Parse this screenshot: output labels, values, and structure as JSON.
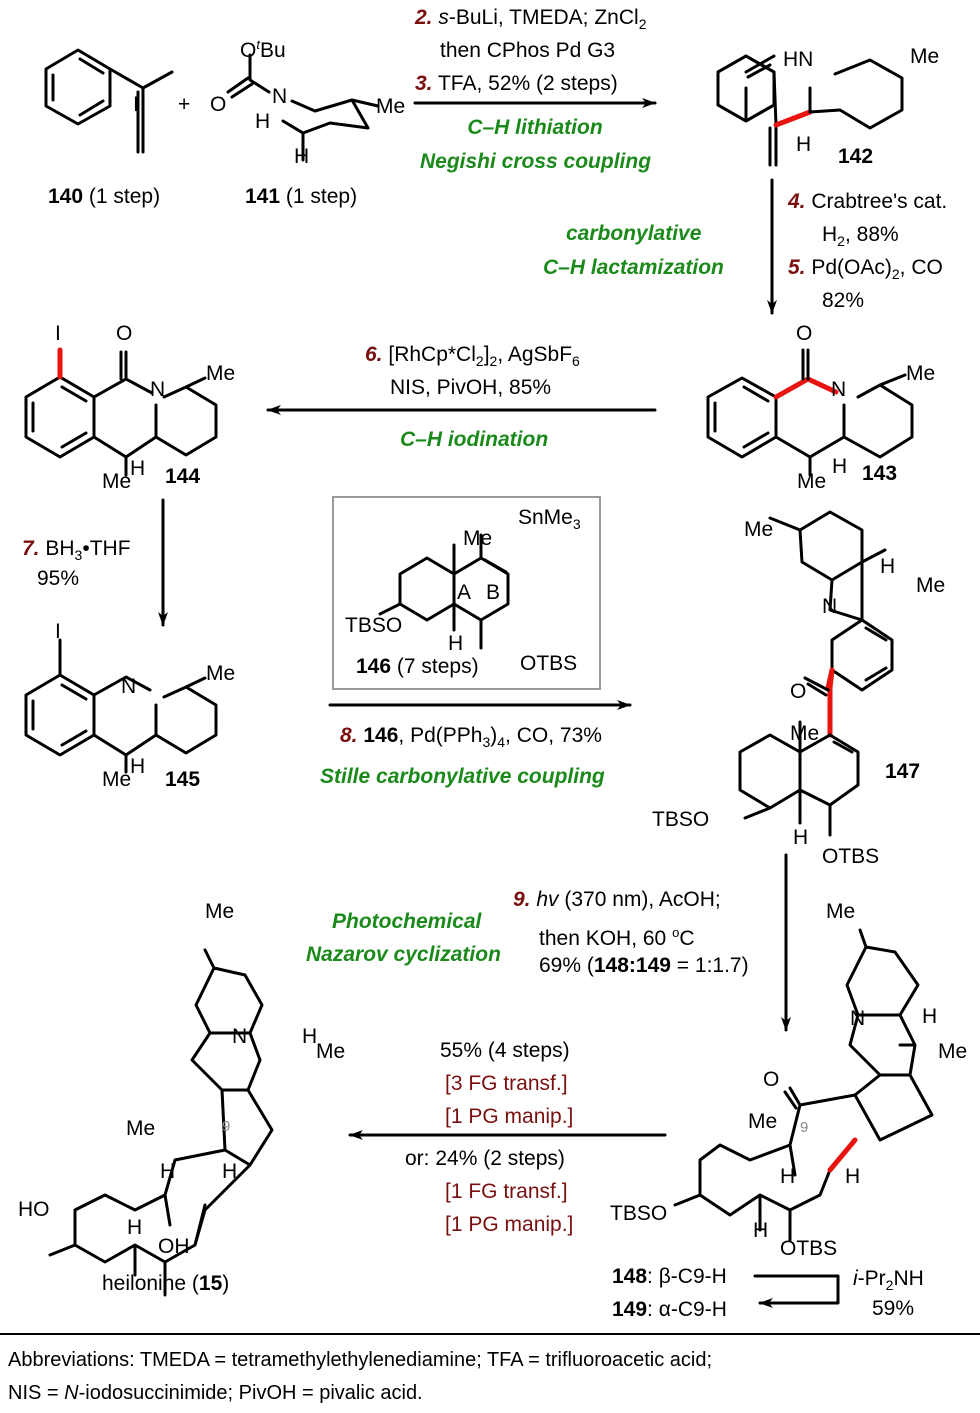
{
  "colors": {
    "step_number": "#7a0f0f",
    "highlight_bond": "#e8140f",
    "reaction_type": "#1b8a1b",
    "manipulation_text": "#7a0f0f",
    "box_border": "#999999"
  },
  "compounds": {
    "c140": {
      "id": "140",
      "note": "(1 step)"
    },
    "c141": {
      "id": "141",
      "note": "(1 step)",
      "atoms": {
        "otbu": "O",
        "tbu_sup": "t",
        "bu": "Bu",
        "o": "O",
        "n": "N",
        "h1": "H",
        "h2": "H",
        "me": "Me"
      }
    },
    "c142": {
      "id": "142",
      "atoms": {
        "hn": "HN",
        "me": "Me",
        "h": "H"
      }
    },
    "c143": {
      "id": "143",
      "atoms": {
        "o": "O",
        "n": "N",
        "me1": "Me",
        "me2": "Me",
        "h": "H"
      }
    },
    "c144": {
      "id": "144",
      "atoms": {
        "i": "I",
        "o": "O",
        "n": "N",
        "me1": "Me",
        "me2": "Me",
        "h": "H"
      }
    },
    "c145": {
      "id": "145",
      "atoms": {
        "i": "I",
        "n": "N",
        "me1": "Me",
        "me2": "Me",
        "h": "H"
      }
    },
    "c146": {
      "id": "146",
      "note": "(7 steps)",
      "atoms": {
        "sn": "SnMe",
        "sn_sub": "3",
        "me": "Me",
        "ringA": "A",
        "ringB": "B",
        "tbso": "TBSO",
        "h": "H",
        "otbs": "OTBS"
      }
    },
    "c147": {
      "id": "147",
      "atoms": {
        "me1": "Me",
        "h1": "H",
        "me2": "Me",
        "n": "N",
        "o": "O",
        "me3": "Me",
        "tbso": "TBSO",
        "h2": "H",
        "otbs": "OTBS"
      }
    },
    "c148_149": {
      "atoms": {
        "me1": "Me",
        "n": "N",
        "h1": "H",
        "me2": "Me",
        "o": "O",
        "me3": "Me",
        "c9": "9",
        "h2": "H",
        "h3": "H",
        "tbso": "TBSO",
        "h4": "H",
        "otbs": "OTBS"
      }
    },
    "heilonine": {
      "name": "heilonine (",
      "id": "15",
      "close": ")",
      "atoms": {
        "me1": "Me",
        "n": "N",
        "h1": "H",
        "me2": "Me",
        "me3": "Me",
        "c9": "9",
        "h2": "H",
        "h3": "H",
        "ho": "HO",
        "h4": "H",
        "oh": "OH"
      }
    }
  },
  "plus": "+",
  "steps": {
    "s2_3": {
      "n2": "2.",
      "l1a": "s",
      "l1b": "-BuLi, TMEDA; ZnCl",
      "l1sub": "2",
      "l2": "then CPhos Pd G3",
      "n3": "3.",
      "l3": "TFA, 52% (2 steps)",
      "type1": "C–H lithiation",
      "type2": "Negishi cross coupling"
    },
    "s4_5": {
      "n4": "4.",
      "l1": "Crabtree's cat.",
      "l2a": "H",
      "l2sub": "2",
      "l2b": ", 88%",
      "n5": "5.",
      "l3a": "Pd(OAc)",
      "l3sub": "2",
      "l3b": ", CO",
      "l4": "82%",
      "type1": "carbonylative",
      "type2": "C–H lactamization"
    },
    "s6": {
      "n6": "6.",
      "l1a": "[RhCp*Cl",
      "l1sub1": "2",
      "l1b": "]",
      "l1sub2": "2",
      "l1c": ", AgSbF",
      "l1sub3": "6",
      "l2": "NIS, PivOH, 85%",
      "type": "C–H iodination"
    },
    "s7": {
      "n7": "7.",
      "l1a": "BH",
      "l1sub": "3",
      "l1b": "•THF",
      "l2": "95%"
    },
    "s8": {
      "n8": "8.",
      "l1a": "146",
      "l1b": ", Pd(PPh",
      "l1sub": "3",
      "l1c": ")",
      "l1sub2": "4",
      "l1d": ", CO, 73%",
      "type": "Stille carbonylative coupling"
    },
    "s9": {
      "n9": "9.",
      "l1a": "hv",
      "l1b": " (370 nm), AcOH;",
      "l2a": "then KOH, 60 ",
      "l2sup": "o",
      "l2b": "C",
      "l3a": "69% (",
      "l3b": "148",
      "l3c": ":",
      "l3d": "149",
      "l3e": " = 1:1.7)",
      "type1": "Photochemical",
      "type2": "Nazarov cyclization"
    },
    "final": {
      "route1": "55% (4 steps)",
      "r1a": "[3 FG transf.]",
      "r1b": "[1 PG manip.]",
      "route2": "or: 24% (2 steps)",
      "r2a": "[1 FG transf.]",
      "r2b": "[1 PG manip.]"
    },
    "epim": {
      "c148": "148",
      "c148_desc": ": β-C9-H",
      "c149": "149",
      "c149_desc": ": α-C9-H",
      "reagent_a": "i",
      "reagent_b": "-Pr",
      "reagent_sub": "2",
      "reagent_c": "NH",
      "yield": "59%"
    }
  },
  "footer": {
    "line1": "Abbreviations: TMEDA = tetramethylethylenediamine; TFA = trifluoroacetic acid;",
    "line2a": "NIS = ",
    "line2b": "N",
    "line2c": "-iodosuccinimide; PivOH = pivalic acid."
  }
}
